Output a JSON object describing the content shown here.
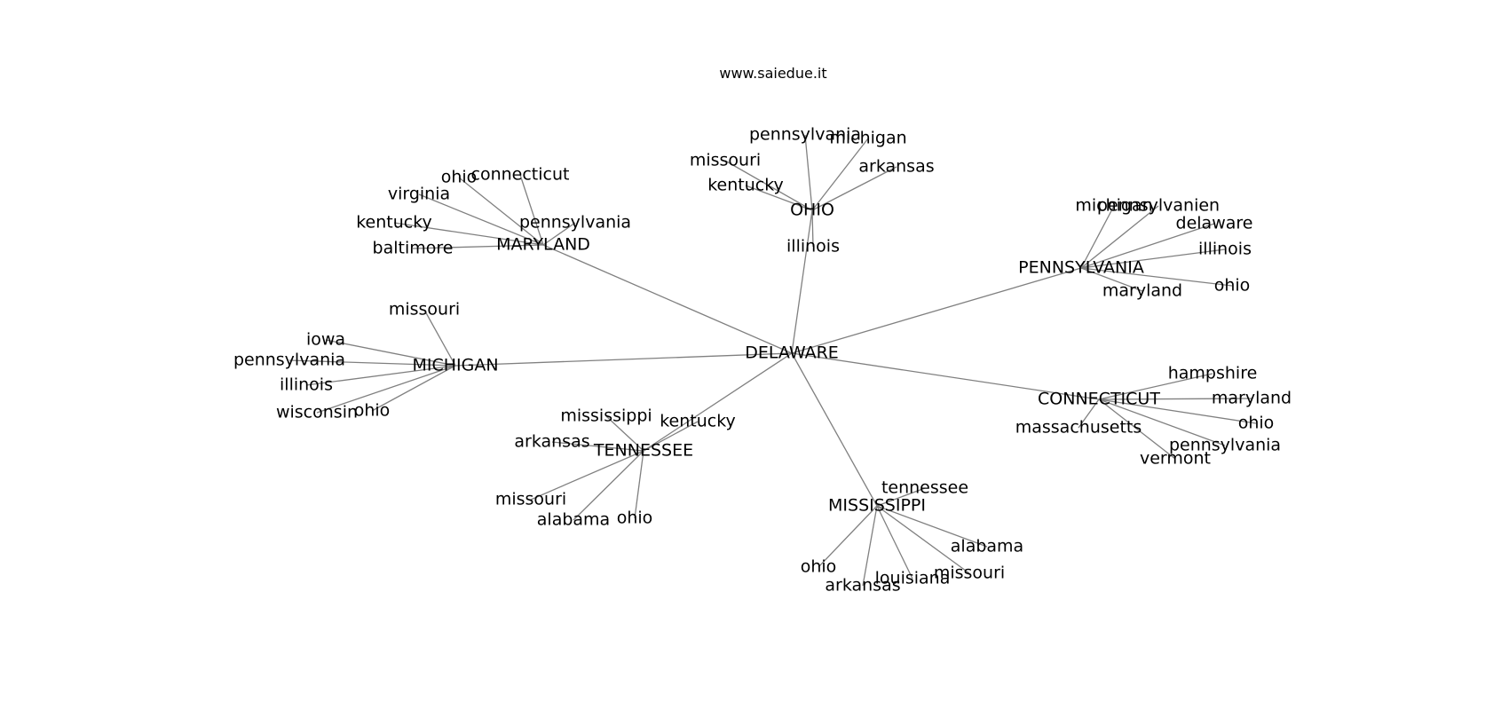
{
  "caption": "www.saiedue.it",
  "graph": {
    "root": "DELAWARE",
    "hubs": [
      {
        "label": "MARYLAND",
        "leaves": [
          "ohio",
          "connecticut",
          "virginia",
          "pennsylvania",
          "kentucky",
          "baltimore"
        ]
      },
      {
        "label": "OHIO",
        "leaves": [
          "pennsylvania",
          "michigan",
          "missouri",
          "arkansas",
          "kentucky",
          "illinois"
        ]
      },
      {
        "label": "PENNSYLVANIA",
        "leaves": [
          "michigan",
          "pennsylvanien",
          "delaware",
          "illinois",
          "ohio",
          "maryland"
        ]
      },
      {
        "label": "MICHIGAN",
        "leaves": [
          "missouri",
          "iowa",
          "pennsylvania",
          "illinois",
          "wisconsin",
          "ohio"
        ]
      },
      {
        "label": "CONNECTICUT",
        "leaves": [
          "hampshire",
          "maryland",
          "ohio",
          "massachusetts",
          "pennsylvania",
          "vermont"
        ]
      },
      {
        "label": "TENNESSEE",
        "leaves": [
          "mississippi",
          "kentucky",
          "arkansas",
          "missouri",
          "alabama",
          "ohio"
        ]
      },
      {
        "label": "MISSISSIPPI",
        "leaves": [
          "tennessee",
          "alabama",
          "missouri",
          "louisiana",
          "ohio",
          "arkansas"
        ]
      }
    ]
  }
}
